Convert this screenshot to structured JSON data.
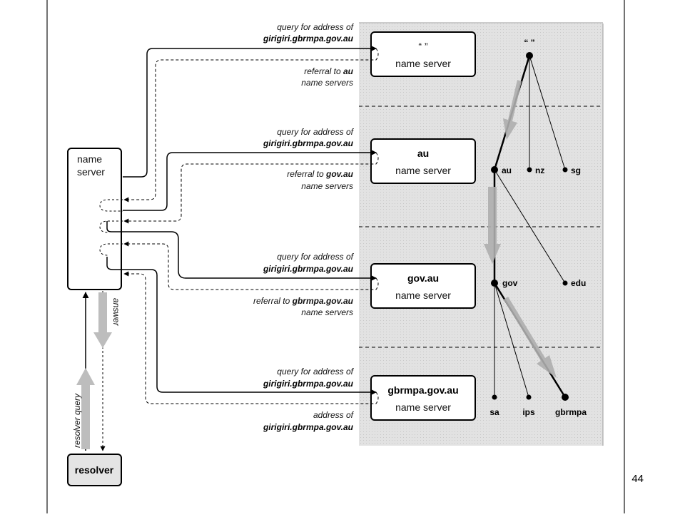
{
  "page_number": "44",
  "client": {
    "name_server_line1": "name",
    "name_server_line2": "server",
    "resolver": "resolver",
    "answer": "answer",
    "resolver_query": "resolver query"
  },
  "servers": [
    {
      "title": "“ ”",
      "subtitle": "name server",
      "title_bold": false
    },
    {
      "title": "au",
      "subtitle": "name server",
      "title_bold": true
    },
    {
      "title": "gov.au",
      "subtitle": "name server",
      "title_bold": true
    },
    {
      "title": "gbrmpa.gov.au",
      "subtitle": "name server",
      "title_bold": true
    }
  ],
  "messages": [
    {
      "query_line1": "query for address of",
      "query_line2": "girigiri.gbrmpa.gov.au",
      "reply_line1_text": "referral to ",
      "reply_line1_bold": "au",
      "reply_line2": "name servers"
    },
    {
      "query_line1": "query for address of",
      "query_line2": "girigiri.gbrmpa.gov.au",
      "reply_line1_text": "referral to ",
      "reply_line1_bold": "gov.au",
      "reply_line2": "name servers"
    },
    {
      "query_line1": "query for address of",
      "query_line2": "girigiri.gbrmpa.gov.au",
      "reply_line1_text": "referral to ",
      "reply_line1_bold": "gbrmpa.gov.au",
      "reply_line2": "name servers"
    },
    {
      "query_line1": "query for address of",
      "query_line2": "girigiri.gbrmpa.gov.au",
      "reply_line1_text": "address of",
      "reply_line1_bold": "",
      "reply_line2": "girigiri.gbrmpa.gov.au"
    }
  ],
  "tree": {
    "root": "“ ”",
    "au": "au",
    "nz": "nz",
    "sg": "sg",
    "gov": "gov",
    "edu": "edu",
    "sa": "sa",
    "ips": "ips",
    "gbrmpa": "gbrmpa"
  }
}
